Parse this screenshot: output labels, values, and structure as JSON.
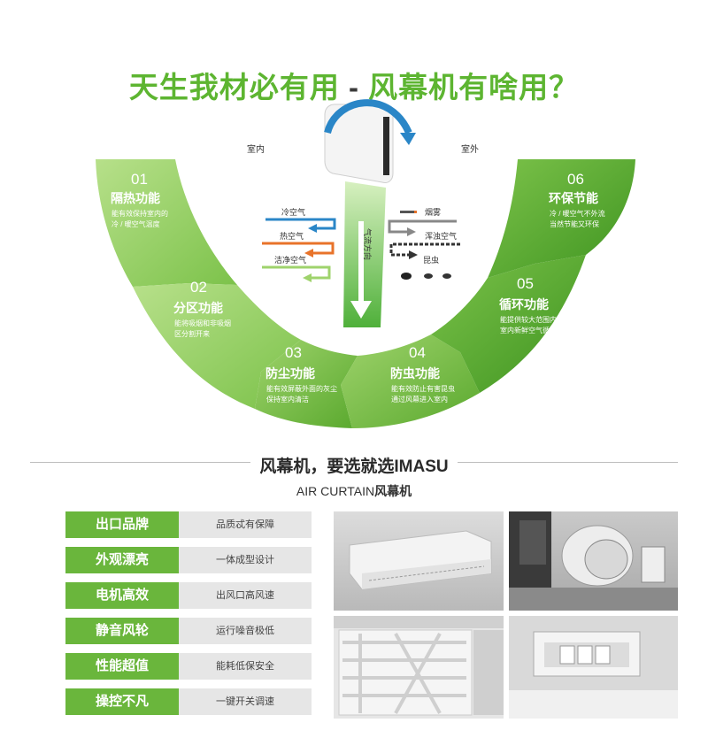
{
  "title": {
    "part1": "天生我材必有用",
    "sep": " - ",
    "part2": "风幕机有啥用？"
  },
  "labels": {
    "indoor": "室内",
    "outdoor": "室外",
    "airflow": "气流方向"
  },
  "indoor_air": [
    "冷空气",
    "热空气",
    "洁净空气"
  ],
  "outdoor_air": [
    "烟雾",
    "浑浊空气",
    "昆虫"
  ],
  "segments": [
    {
      "num": "01",
      "name": "隔热功能",
      "desc1": "能有效保持室内的",
      "desc2": "冷 / 暖空气温度"
    },
    {
      "num": "02",
      "name": "分区功能",
      "desc1": "能将吸烟和非吸烟",
      "desc2": "区分割开来"
    },
    {
      "num": "03",
      "name": "防尘功能",
      "desc1": "能有效屏蔽外面的灰尘",
      "desc2": "保持室内清洁"
    },
    {
      "num": "04",
      "name": "防虫功能",
      "desc1": "能有效防止有害昆虫",
      "desc2": "通过风幕进入室内"
    },
    {
      "num": "05",
      "name": "循环功能",
      "desc1": "能提供较大范围内的",
      "desc2": "室内新鲜空气循环"
    },
    {
      "num": "06",
      "name": "环保节能",
      "desc1": "冷 / 暖空气不外流",
      "desc2": "当然节能又环保"
    }
  ],
  "subtitle": {
    "main": "风幕机，要选就选IMASU",
    "en": "AIR CURTAIN",
    "cn": "风幕机"
  },
  "features": [
    {
      "key": "出口品牌",
      "value": "品质忒有保障"
    },
    {
      "key": "外观漂亮",
      "value": "一体成型设计"
    },
    {
      "key": "电机高效",
      "value": "出风口高风速"
    },
    {
      "key": "静音风轮",
      "value": "运行噪音极低"
    },
    {
      "key": "性能超值",
      "value": "能耗低保安全"
    },
    {
      "key": "操控不凡",
      "value": "一键开关调速"
    }
  ],
  "colors": {
    "green": "#6ab63c",
    "title_green": "#5db531",
    "blue": "#2a86c7",
    "orange": "#e8732a",
    "light_green": "#9fd36c"
  }
}
